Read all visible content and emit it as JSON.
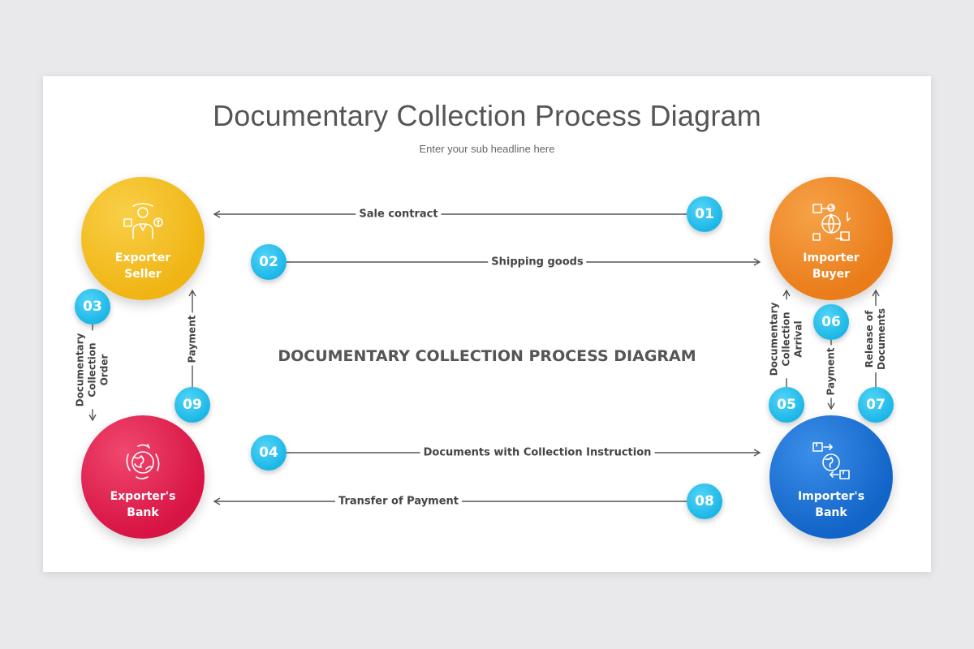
{
  "title": "Documentary Collection Process Diagram",
  "subtitle": "Enter your sub headline here",
  "center_heading": "DOCUMENTARY COLLECTION PROCESS DIAGRAM",
  "nodes": {
    "exporter_seller": {
      "line1": "Exporter",
      "line2": "Seller",
      "color": "#f0b514",
      "icon": "exporter-seller-icon"
    },
    "importer_buyer": {
      "line1": "Importer",
      "line2": "Buyer",
      "color": "#ea7c1a",
      "icon": "importer-buyer-icon"
    },
    "exporters_bank": {
      "line1": "Exporter's",
      "line2": "Bank",
      "color": "#d81444",
      "icon": "globe-arrows-icon"
    },
    "importers_bank": {
      "line1": "Importer's",
      "line2": "Bank",
      "color": "#1265c8",
      "icon": "globe-boxes-icon"
    }
  },
  "steps": [
    {
      "number": "01",
      "label": "Sale contract"
    },
    {
      "number": "02",
      "label": "Shipping goods"
    },
    {
      "number": "03",
      "label_lines": [
        "Documentary",
        "Collection",
        "Order"
      ]
    },
    {
      "number": "04",
      "label": "Documents with Collection Instruction"
    },
    {
      "number": "05",
      "label_lines": [
        "Documentary",
        "Collection",
        "Arrival"
      ]
    },
    {
      "number": "06",
      "label": "Payment"
    },
    {
      "number": "07",
      "label_lines": [
        "Release of",
        "Documents"
      ]
    },
    {
      "number": "08",
      "label": "Transfer of Payment"
    },
    {
      "number": "09",
      "label": "Payment"
    }
  ],
  "colors": {
    "badge": "#1cb6e6",
    "line": "#555555",
    "background": "#e9e9eb"
  }
}
